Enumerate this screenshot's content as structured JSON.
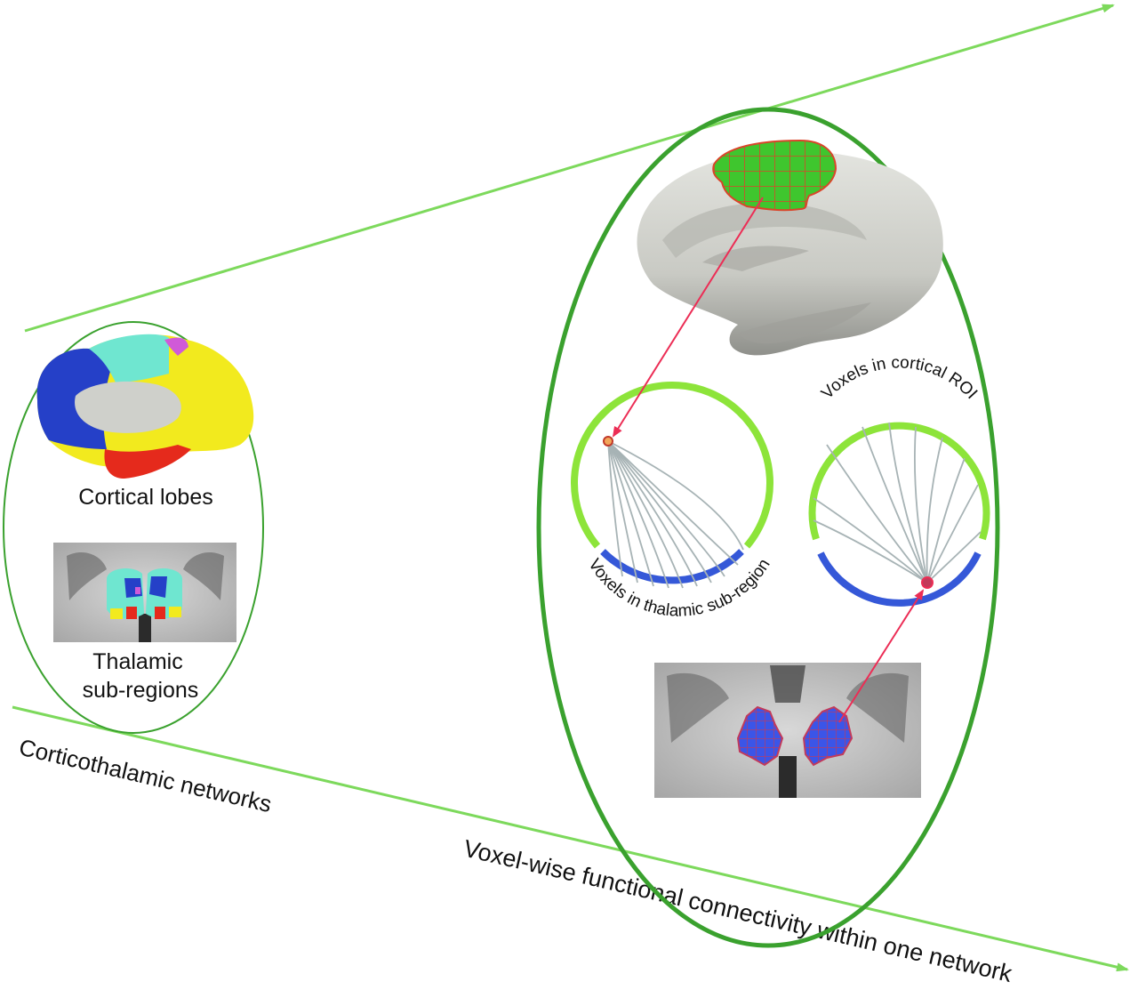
{
  "labels": {
    "cortical_lobes": "Cortical lobes",
    "thalamic_line1": "Thalamic",
    "thalamic_line2": "sub-regions",
    "corticothalamic": "Corticothalamic networks",
    "voxelwise": "Voxel-wise functional connectivity within one network",
    "arc_thalamic": "Voxels in thalamic sub-region",
    "arc_cortical": "Voxels in cortical ROI"
  },
  "colors": {
    "axis_green": "#7dd95c",
    "ellipse_green": "#3aa12e",
    "ring_green": "#8de43a",
    "ring_blue": "#3558d8",
    "chord_gray": "#a7b3b5",
    "pointer_red": "#ec2d55",
    "lobe_frontal": "#2540c8",
    "lobe_parietal": "#6fe6d0",
    "lobe_occipital": "#f2ea1e",
    "lobe_temporal": "#e52a1c",
    "lobe_extra": "#d05ad8",
    "roi_fill": "#3fc62e",
    "roi_grid": "#d9452a",
    "thal_fill": "#3b55e8",
    "brain_gray": "#cfd0cb"
  }
}
